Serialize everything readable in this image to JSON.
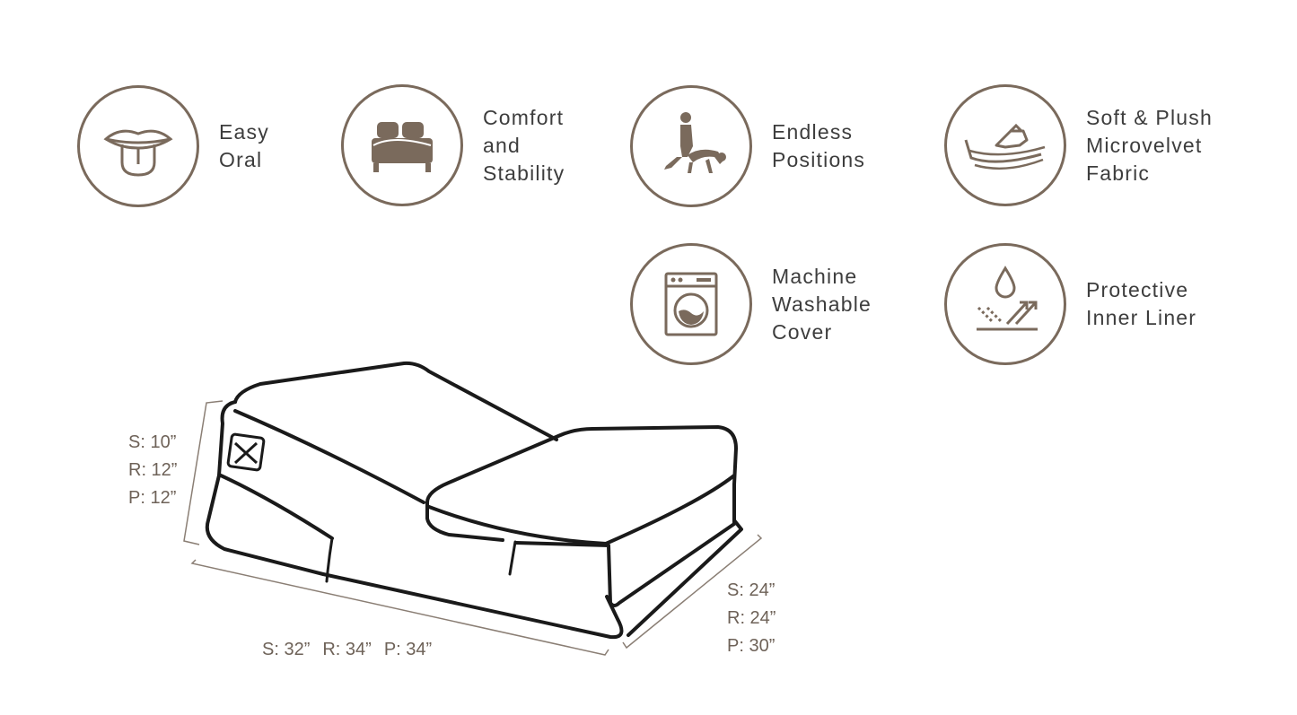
{
  "features": [
    {
      "icon": "tongue-icon",
      "label": "Easy\nOral"
    },
    {
      "icon": "bed-icon",
      "label": "Comfort\nand\nStability"
    },
    {
      "icon": "positions-icon",
      "label": "Endless\nPositions"
    },
    {
      "icon": "hand-fabric-icon",
      "label": "Soft & Plush\nMicrovelvet\nFabric"
    },
    {
      "icon": "washing-machine-icon",
      "label": "Machine\nWashable\nCover"
    },
    {
      "icon": "water-drop-liner-icon",
      "label": "Protective\nInner Liner"
    }
  ],
  "dimensions": {
    "height": "S: 10”\nR: 12”\nP: 12”",
    "depth": "S: 24”\nR: 24”\nP: 30”",
    "length": [
      "S: 32”",
      "R: 34”",
      "P: 34”"
    ]
  },
  "colors": {
    "icon_stroke": "#7a6a5c",
    "icon_fill": "#7a6a5c",
    "label_text": "#3d3d3d",
    "dimension_text": "#6e6258"
  }
}
